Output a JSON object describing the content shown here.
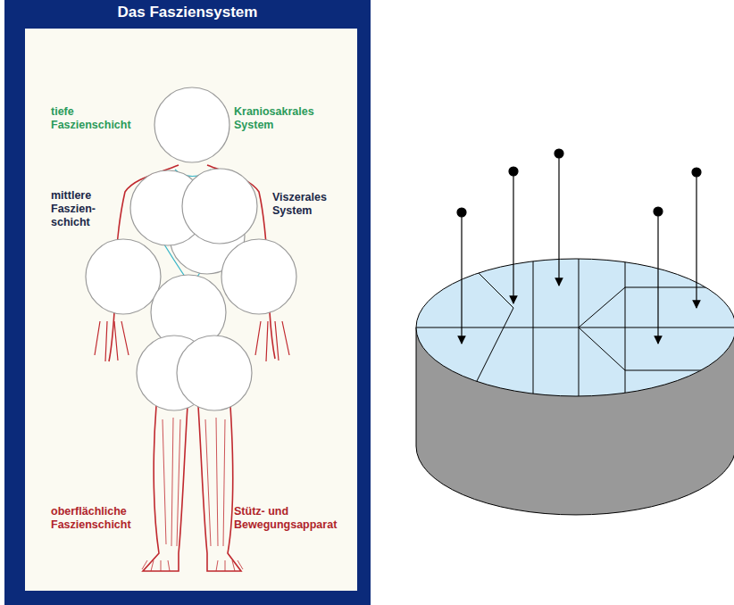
{
  "diagram": {
    "title": "Das Fasziensystem",
    "labels": [
      "tiefe Faszienschicht",
      "Kraniosakrales System",
      "mittlere Faszien- schicht",
      "Viszerales System",
      "oberflächliche Faszienschicht",
      "Stütz- und Bewegungsapparat"
    ]
  }
}
